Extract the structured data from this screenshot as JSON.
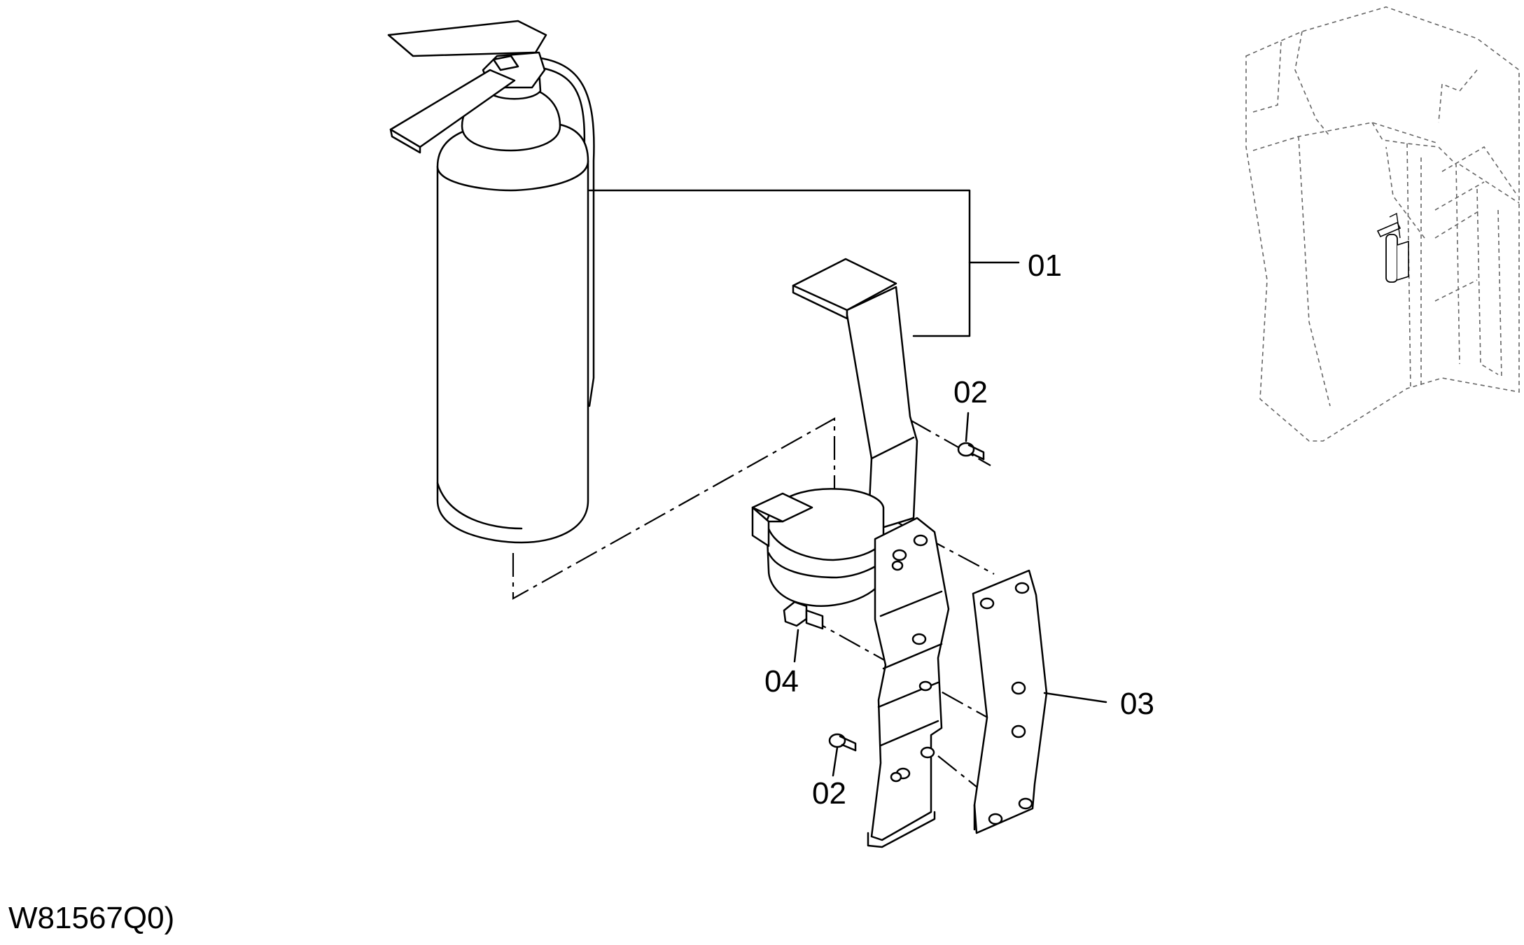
{
  "labels": {
    "part_01": "01",
    "part_02_upper": "02",
    "part_02_lower": "02",
    "part_03": "03",
    "part_04": "04"
  },
  "drawing_code": "W81567Q0)",
  "icons": {
    "fire_extinguisher": "fire-extinguisher-drawing",
    "holder_strap": "holder-strap-drawing",
    "bracket": "bracket-drawing",
    "backing_plate": "backing-plate-drawing",
    "bolt": "bolt-drawing",
    "cab_context": "cab-location-drawing"
  }
}
